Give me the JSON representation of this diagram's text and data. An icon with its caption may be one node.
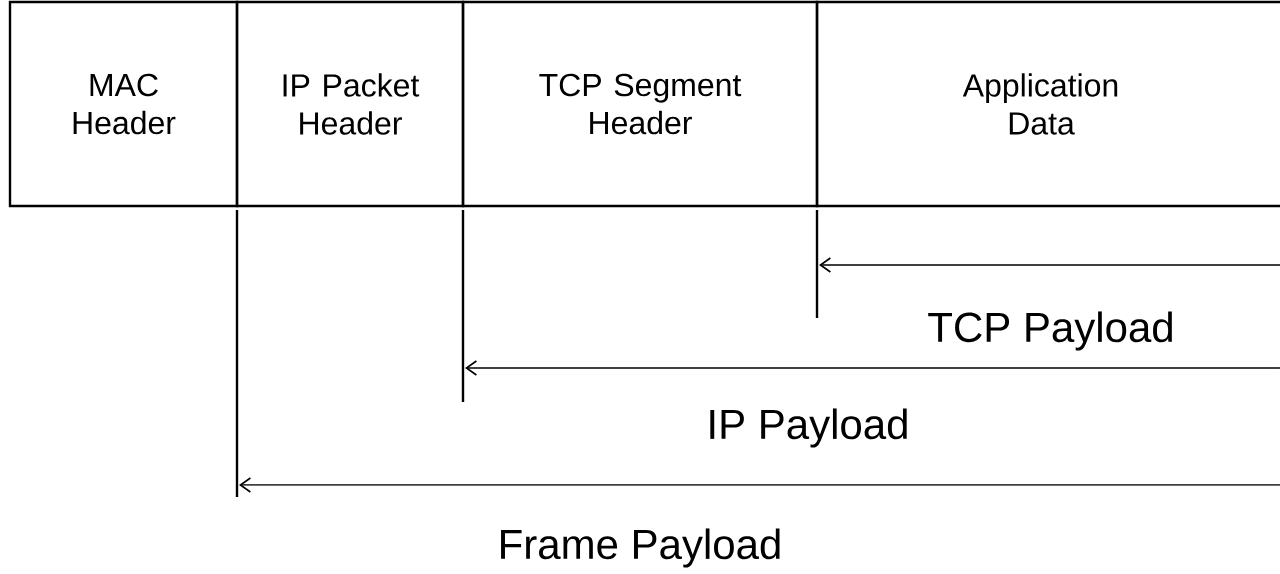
{
  "diagram": {
    "nodes": [
      {
        "text": [
          "MAC Header"
        ]
      },
      {
        "text": [
          "IP Packet Header"
        ]
      },
      {
        "text": [
          "TCP Segment Header"
        ]
      },
      {
        "text": [
          "Application Data"
        ]
      }
    ],
    "labels": [
      "TCP Payload",
      "IP Payload",
      "Frame Payload"
    ]
  }
}
